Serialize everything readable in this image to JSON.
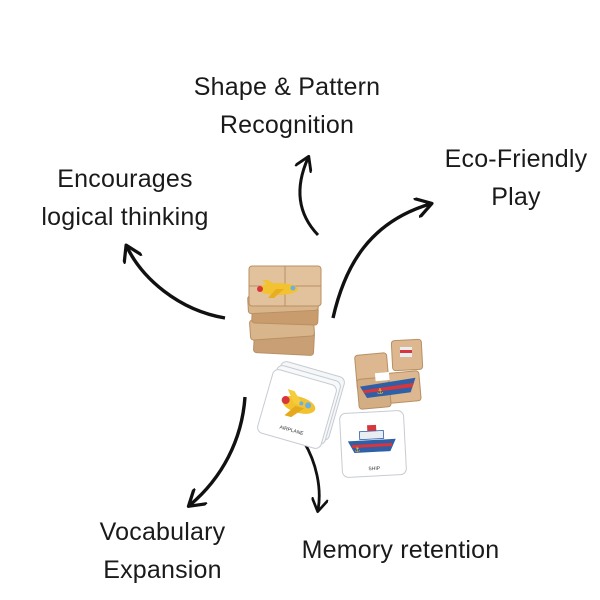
{
  "benefits": {
    "shape_pattern": [
      "Shape & Pattern",
      "Recognition"
    ],
    "eco_friendly": [
      "Eco-Friendly",
      "Play"
    ],
    "logical_thinking": [
      "Encourages",
      "logical thinking"
    ],
    "vocabulary": [
      "Vocabulary",
      "Expansion"
    ],
    "memory": [
      "Memory retention"
    ]
  },
  "cards": {
    "airplane": "AIRPLANE",
    "ship": "SHIP"
  },
  "colors": {
    "text": "#1a1a1a",
    "arrow": "#111111",
    "wood": "#d9b58c",
    "wood_dark": "#b98f63",
    "airplane_yellow": "#f2c230",
    "ship_blue": "#2f5fa6",
    "ship_red": "#d8363a"
  }
}
